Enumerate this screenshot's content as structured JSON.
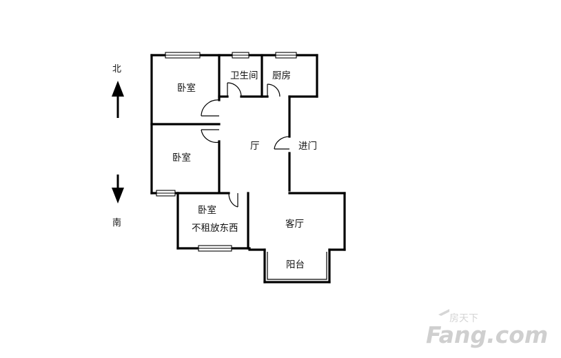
{
  "compass": {
    "north": "北",
    "south": "南"
  },
  "rooms": {
    "bedroom_north": "卧室",
    "bedroom_middle": "卧室",
    "bedroom_small": "卧室",
    "bedroom_small_note": "不租放东西",
    "bathroom": "卫生间",
    "kitchen": "厨房",
    "hall": "厅",
    "entrance": "进门",
    "living_room": "客厅",
    "balcony": "阳台"
  },
  "watermark": {
    "brand": "Fang.com",
    "chinese": "房天下"
  }
}
